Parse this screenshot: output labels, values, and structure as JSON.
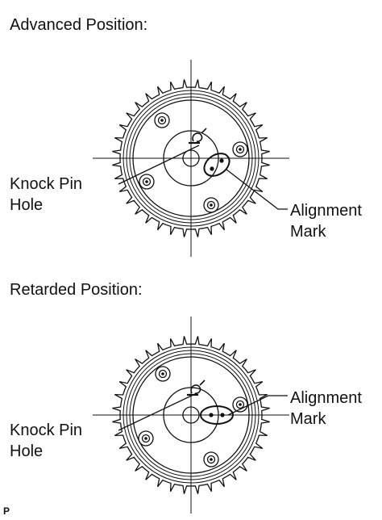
{
  "diagrams": [
    {
      "heading": "Advanced Position:",
      "knock_label": [
        "Knock Pin",
        "Hole"
      ],
      "align_label": [
        "Alignment",
        "Mark"
      ]
    },
    {
      "heading": "Retarded Position:",
      "knock_label": [
        "Knock Pin",
        "Hole"
      ],
      "align_label": [
        "Alignment",
        "Mark"
      ]
    }
  ],
  "corner_code": "P",
  "colors": {
    "ink": "#111111",
    "background": "#ffffff"
  }
}
